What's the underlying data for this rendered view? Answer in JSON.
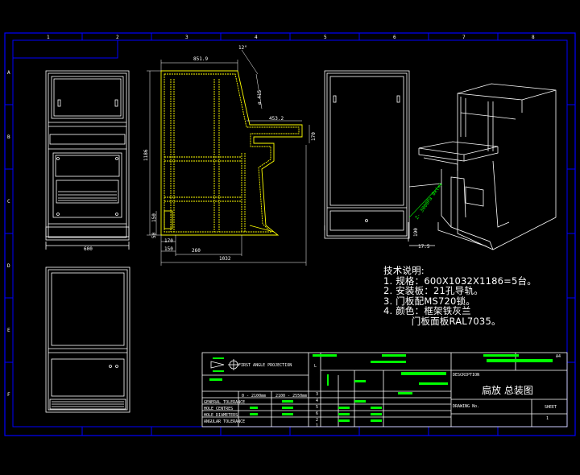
{
  "notes": {
    "title": "技术说明:",
    "lines": [
      "1. 规格：600X1032X1186=5台。",
      "2. 安装板：21孔导轨。",
      "3. 门板配MS720锁。",
      "4. 颜色：框架铁灰兰",
      "         门板面板RAL7035。"
    ]
  },
  "title_block": {
    "projection": "FIRST ANGLE PROJECTION",
    "drawing_title": "扃放 总装图",
    "sheet_label": "SHEET",
    "row_labels": [
      "GENERAL TOLERANCE",
      "HOLE CENTRES",
      "HOLE DIAMETERS",
      "ANGULAR TOLERANCE"
    ],
    "range_1": "0 - 2100mm",
    "range_2": "2100 - 2550mm",
    "unit_label": "L",
    "description": "DESCRIPTION",
    "drawing_no": "DRAWING No.",
    "rows": [
      "3",
      "4",
      "5",
      "6",
      "2",
      "1"
    ],
    "sheet_no": "1",
    "scale": "A4"
  },
  "dims": {
    "front_width": "600",
    "side_top": "851.9",
    "side_angle": "12°",
    "side_slant": "ø 415",
    "side_shelf": "453.2",
    "side_height": "1186",
    "side_shelf_h": "170",
    "side_depth": "1032",
    "side_base": "260",
    "side_bottom_a": "150",
    "side_bottom_b": "170",
    "side_bottom_c": "150",
    "side_left_a": "150",
    "side_left_b": "50",
    "iso_slope": "2- 3000Pa 0x(x)",
    "iso_h": "190",
    "iso_d": "17.5"
  },
  "colors": {
    "background": "#000000",
    "frame": "#0000ff",
    "line": "#ffffff",
    "highlight": "#ffff00",
    "accent": "#00ff00"
  },
  "grid_letters": [
    "A",
    "B",
    "C",
    "D",
    "E",
    "F"
  ],
  "grid_numbers": [
    "1",
    "2",
    "3",
    "4",
    "5",
    "6",
    "7",
    "8"
  ]
}
